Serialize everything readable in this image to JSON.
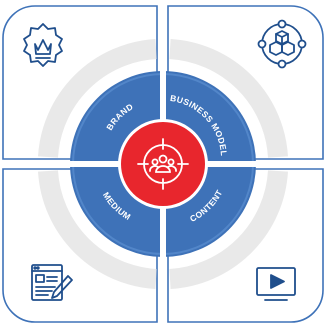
{
  "segments": [
    {
      "id": "brand",
      "label": "BRAND",
      "icon": "crown-badge-icon"
    },
    {
      "id": "business-model",
      "label": "BUSINESS MODEL",
      "icon": "network-cubes-icon"
    },
    {
      "id": "medium",
      "label": "MEDIUM",
      "icon": "document-pen-icon"
    },
    {
      "id": "content",
      "label": "CONTENT",
      "icon": "video-play-icon"
    }
  ],
  "center": {
    "icon": "target-audience-icon"
  },
  "colors": {
    "ring_blue": "#3e72b8",
    "ring_border": "#ffffff",
    "center_red": "#e8262d",
    "icon_navy": "#1f4e8c",
    "card_border": "#3e72b8",
    "gray_band": "#e9e9e9",
    "background": "#ffffff"
  }
}
